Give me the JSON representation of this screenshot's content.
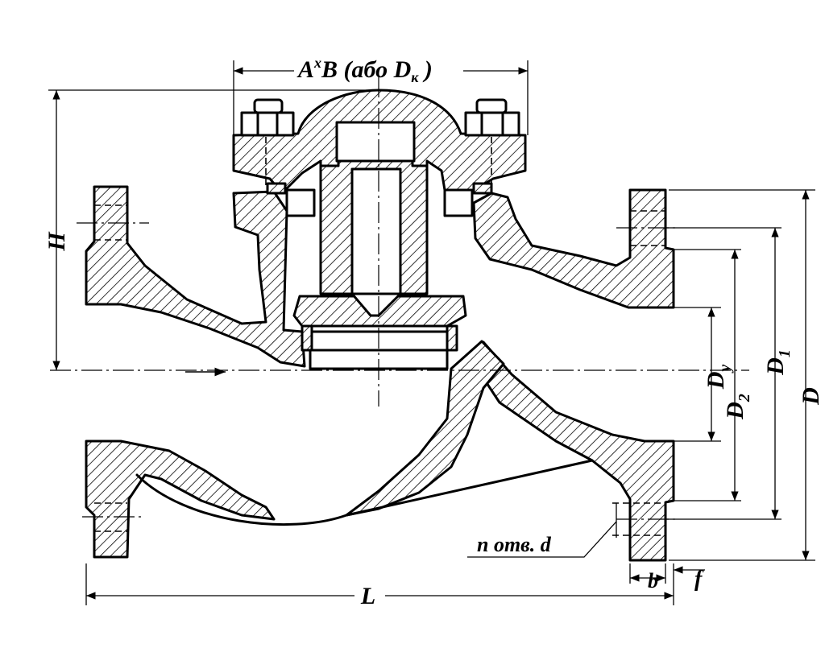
{
  "labels": {
    "top_dim_a": "A",
    "top_dim_x": "x",
    "top_dim_rest": "B (або D",
    "top_dim_sub": "к",
    "top_dim_close": " )",
    "height": "H",
    "length": "L",
    "bolt_holes": "n отв. d",
    "flange_b": "b",
    "flange_f": "f",
    "dia_dy_main": "D",
    "dia_dy_sub": "y",
    "dia_d2_main": "D",
    "dia_d2_sub": "2",
    "dia_d1_main": "D",
    "dia_d1_sub": "1",
    "dia_d": "D"
  },
  "colors": {
    "ink": "#000000",
    "paper": "#ffffff"
  }
}
